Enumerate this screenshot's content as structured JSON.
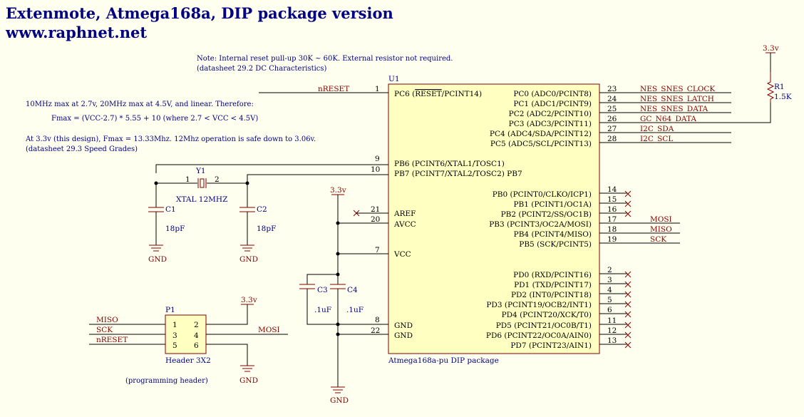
{
  "title": {
    "line1": "Extenmote, Atmega168a, DIP package version",
    "line2": "www.raphnet.net"
  },
  "notes": {
    "reset_1": "Note: Internal reset pull-up 30K ~ 60K. External resistor not required.",
    "reset_2": "(datasheet 29.2 DC Characteristics)",
    "freq_1": "10MHz max at 2.7v, 20MHz max at 4.5V, and linear. Therefore:",
    "freq_formula": "Fmax = (VCC-2.7) * 5.55 + 10    (where 2.7 < VCC < 4.5V)",
    "freq_3": "At 3.3v (this design), Fmax = 13.33Mhz.   12Mhz operation is safe down to 3.06v.",
    "freq_4": "(datasheet 29.3 Speed Grades)"
  },
  "u1": {
    "ref": "U1",
    "value": "Atmega168a-pu DIP package",
    "left_pins": [
      {
        "num": "1",
        "name_pre": "PC6 (",
        "name_over": "RESET",
        "name_post": "/PCINT14)"
      },
      {
        "num": "9",
        "name": "PB6 (PCINT6/XTAL1/TOSC1)"
      },
      {
        "num": "10",
        "name": "PB7 (PCINT7/XTAL2/TOSC2) PB7"
      },
      {
        "num": "21",
        "name": "AREF"
      },
      {
        "num": "20",
        "name": "AVCC"
      },
      {
        "num": "7",
        "name": "VCC"
      },
      {
        "num": "8",
        "name": "GND"
      },
      {
        "num": "22",
        "name": "GND"
      }
    ],
    "right_pins": [
      {
        "num": "23",
        "name": "PC0 (ADC0/PCINT8)"
      },
      {
        "num": "24",
        "name": "PC1 (ADC1/PCINT9)"
      },
      {
        "num": "25",
        "name": "PC2 (ADC2/PCINT10)"
      },
      {
        "num": "26",
        "name": "PC3 (ADC3/PCINT11)"
      },
      {
        "num": "27",
        "name": "PC4 (ADC4/SDA/PCINT12)"
      },
      {
        "num": "28",
        "name": "PC5 (ADC5/SCL/PCINT13)"
      },
      {
        "num": "14",
        "name": "PB0 (PCINT0/CLKO/ICP1)"
      },
      {
        "num": "15",
        "name": "PB1 (PCINT1/OC1A)"
      },
      {
        "num": "16",
        "name": "PB2 (PCINT2/SS/OC1B)"
      },
      {
        "num": "17",
        "name": "PB3 (PCINT3/OC2A/MOSI)"
      },
      {
        "num": "18",
        "name": "PB4 (PCINT4/MISO)"
      },
      {
        "num": "19",
        "name": "PB5 (SCK/PCINT5)"
      },
      {
        "num": "2",
        "name": "PD0 (RXD/PCINT16)"
      },
      {
        "num": "3",
        "name": "PD1 (TXD/PCINT17)"
      },
      {
        "num": "4",
        "name": "PD2 (INT0/PCINT18)"
      },
      {
        "num": "5",
        "name": "PD3 (PCINT19/OCB2/INT1)"
      },
      {
        "num": "6",
        "name": "PD4 (PCINT20/XCK/T0)"
      },
      {
        "num": "11",
        "name": "PD5 (PCINT21/OC0B/T1)"
      },
      {
        "num": "12",
        "name": "PD6 (PCINT22/OC0A/AIN0)"
      },
      {
        "num": "13",
        "name": "PD7 (PCINT23/AIN1)"
      }
    ]
  },
  "nets": {
    "nreset": "nRESET",
    "nes_clock": "NES_SNES_CLOCK",
    "nes_latch": "NES_SNES_LATCH",
    "nes_data": "NES_SNES_DATA",
    "gc_data": "GC_N64_DATA",
    "sda": "I2C_SDA",
    "scl": "I2C_SCL",
    "mosi": "MOSI",
    "miso": "MISO",
    "sck": "SCK"
  },
  "power": {
    "v33": "3.3v",
    "gnd": "GND"
  },
  "r1": {
    "ref": "R1",
    "value": "1.5K"
  },
  "y1": {
    "ref": "Y1",
    "value": "XTAL 12MHZ",
    "pin1": "1",
    "pin2": "2"
  },
  "c1": {
    "ref": "C1",
    "value": "18pF"
  },
  "c2": {
    "ref": "C2",
    "value": "18pF"
  },
  "c3": {
    "ref": "C3",
    "value": ".1uF"
  },
  "c4": {
    "ref": "C4",
    "value": ".1uF"
  },
  "p1": {
    "ref": "P1",
    "value": "Header 3X2",
    "caption": "(programming header)",
    "pins": [
      "1",
      "2",
      "3",
      "4",
      "5",
      "6"
    ]
  }
}
